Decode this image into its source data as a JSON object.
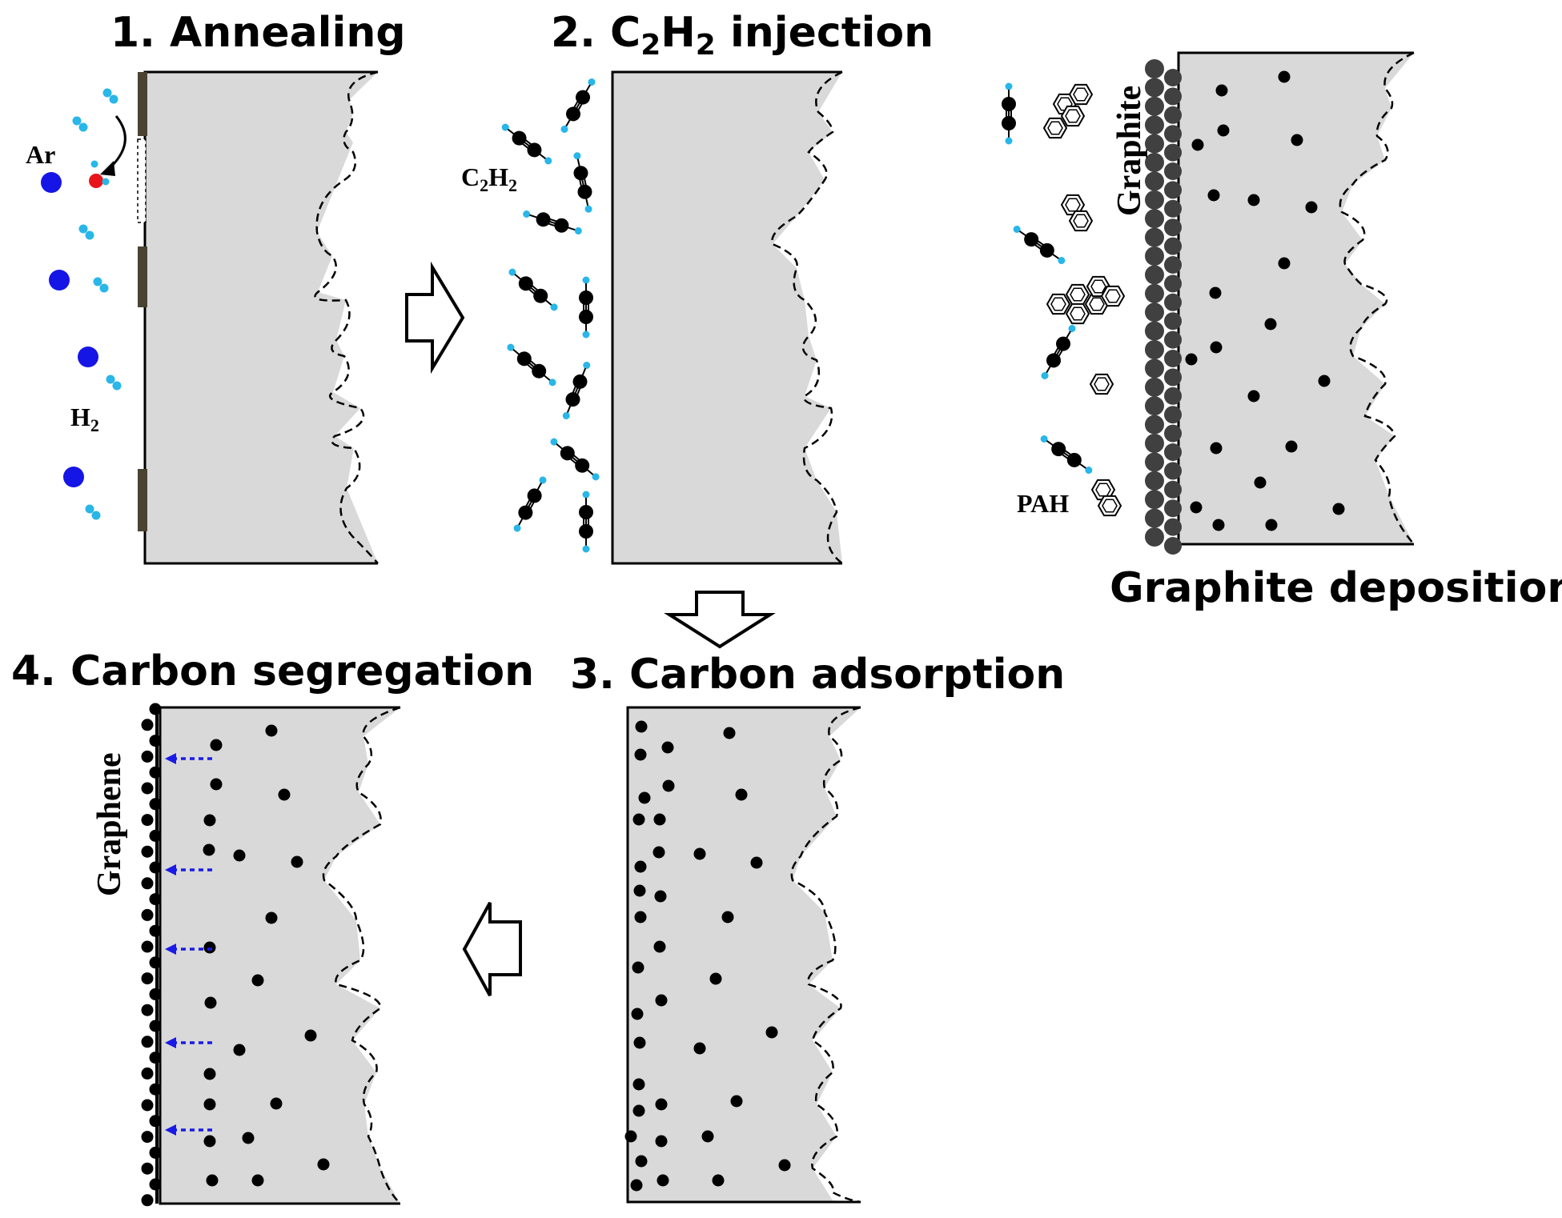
{
  "steps": {
    "annealing": {
      "title": "1. Annealing",
      "ar_label": "Ar",
      "h2_main": "H",
      "h2_sub": "2"
    },
    "injection": {
      "title_prefix": "2. C",
      "title_sub1": "2",
      "title_mid": "H",
      "title_sub2": "2",
      "title_suffix": " injection",
      "c2h2_a": "C",
      "c2h2_sub1": "2",
      "c2h2_b": "H",
      "c2h2_sub2": "2"
    },
    "deposition": {
      "title": "Graphite deposition",
      "vertical_label": "Graphite",
      "pah_label": "PAH"
    },
    "adsorption": {
      "title": "3. Carbon adsorption"
    },
    "segregation": {
      "title": "4. Carbon segregation",
      "vertical_label": "Graphene"
    }
  },
  "colors": {
    "substrate": "#d9d9d9",
    "carbon": "#000000",
    "hydrogen": "#29b6e8",
    "argon": "#1515e6",
    "oxygen": "#e8151b",
    "graphite_particle": "#404040",
    "oxide_patch": "#4a4332",
    "segregation_arrow": "#1a1ae6"
  },
  "icons": [
    "right-arrow-icon",
    "down-arrow-icon",
    "left-arrow-icon",
    "acetylene-molecule-icon",
    "pah-ring-icon",
    "hydrogen-molecule-icon",
    "argon-atom-icon"
  ]
}
